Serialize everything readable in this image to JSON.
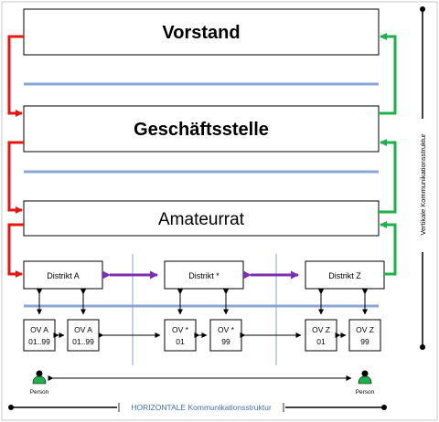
{
  "levels": {
    "vorstand": "Vorstand",
    "geschaeftsstelle": "Geschäftsstelle",
    "amateurrat": "Amateurrat"
  },
  "districts": {
    "a": "Distrikt A",
    "star": "Distrikt *",
    "z": "Distrikt Z"
  },
  "ov": {
    "a1": [
      "OV A",
      "01..99"
    ],
    "a2": [
      "OV A",
      "01..99"
    ],
    "s1": [
      "OV *",
      "01"
    ],
    "s2": [
      "OV *",
      "99"
    ],
    "z1": [
      "OV Z",
      "01"
    ],
    "z2": [
      "OV Z",
      "99"
    ]
  },
  "person_label": "Person",
  "vertical_label": "Vertikale Kommunikationsstruktur",
  "horizontal_label": "HORIZONTALE Kommunikationsstruktur",
  "colors": {
    "red": "#e8140f",
    "green": "#1db14b",
    "blue_bar": "#8aa6d8",
    "purple": "#7b2fb0",
    "separator": "#8aa6d8"
  }
}
